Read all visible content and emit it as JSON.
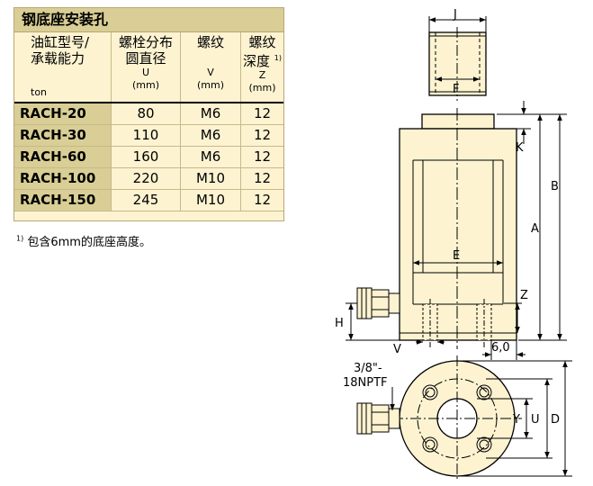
{
  "title": "钢底座安装孔",
  "headers": [
    {
      "line1": "油缸型号/",
      "line2": "承载能力",
      "sym": "",
      "unit": "ton"
    },
    {
      "line1": "螺栓分布",
      "line2": "圆直径",
      "sym": "U",
      "unit": "(mm)"
    },
    {
      "line1": "螺纹",
      "line2": "",
      "sym": "V",
      "unit": "(mm)"
    },
    {
      "line1": "螺纹",
      "line2": "深度",
      "sup": "1)",
      "sym": "Z",
      "unit": "(mm)"
    }
  ],
  "rows": [
    {
      "model": "RACH-20",
      "u": "80",
      "v": "M6",
      "z": "12"
    },
    {
      "model": "RACH-30",
      "u": "110",
      "v": "M6",
      "z": "12"
    },
    {
      "model": "RACH-60",
      "u": "160",
      "v": "M6",
      "z": "12"
    },
    {
      "model": "RACH-100",
      "u": "220",
      "v": "M10",
      "z": "12"
    },
    {
      "model": "RACH-150",
      "u": "245",
      "v": "M10",
      "z": "12"
    }
  ],
  "footnote": {
    "mark": "1)",
    "text": "包含6mm的底座高度。"
  },
  "drawing_labels": {
    "J": "J",
    "F": "F",
    "K": "K",
    "B": "B",
    "A": "A",
    "E": "E",
    "Z": "Z",
    "H": "H",
    "V": "V",
    "dim60": "6,0",
    "port1": "3/8\"-",
    "port2": "18NPTF",
    "Y": "Y",
    "U": "U",
    "D": "D"
  },
  "colors": {
    "body": "#fdf3d1",
    "header": "#d9ce95",
    "line": "#000000"
  }
}
